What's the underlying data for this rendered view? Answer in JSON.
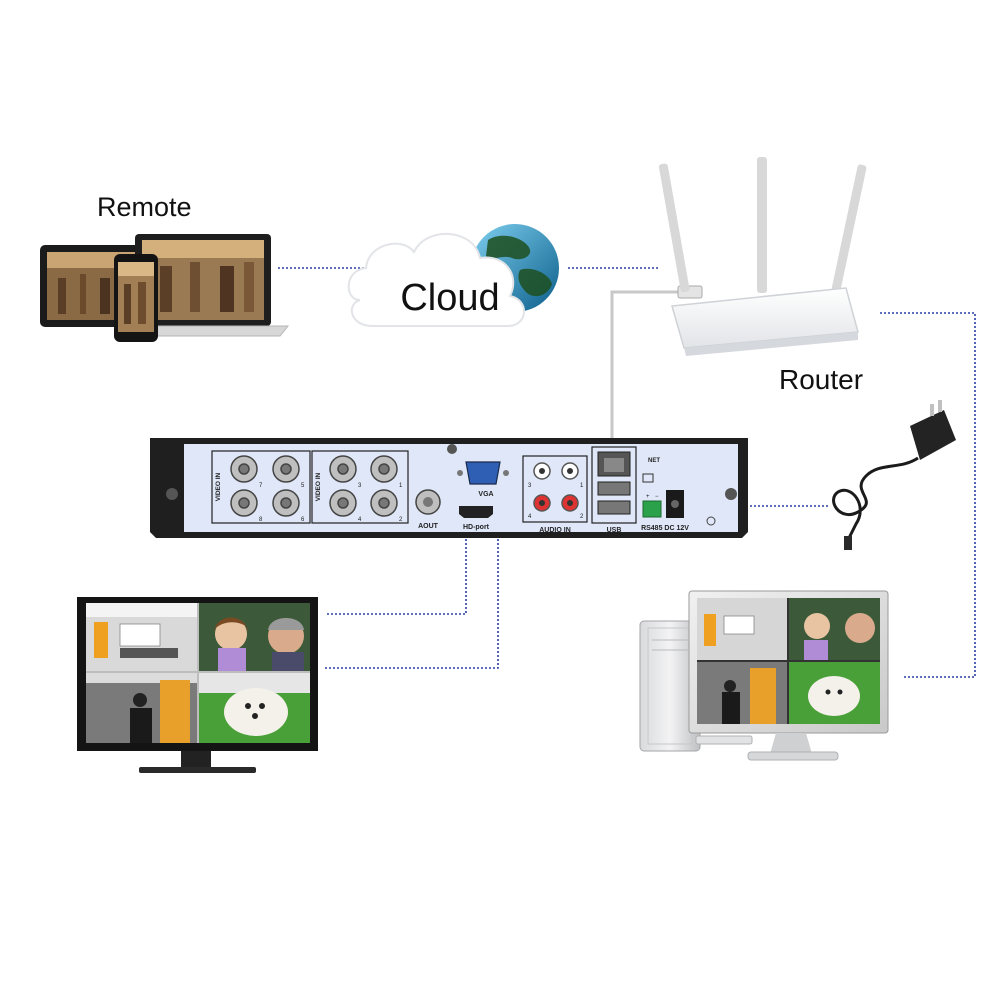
{
  "labels": {
    "remote": "Remote",
    "cloud": "Cloud",
    "router": "Router"
  },
  "dvr_panel": {
    "video_in_left": "VIDEO IN",
    "video_in_right": "VIDEO IN",
    "ch_7": "7",
    "ch_5": "5",
    "ch_8": "8",
    "ch_6": "6",
    "ch_3": "3",
    "ch_1": "1",
    "ch_4": "4",
    "ch_2": "2",
    "aout": "AOUT",
    "vga": "VGA",
    "hd_port": "HD-port",
    "audio_in": "AUDIO IN",
    "audio_3": "3",
    "audio_1": "1",
    "audio_4": "4",
    "audio_2": "2",
    "usb": "USB",
    "net": "NET",
    "power": "RS485 DC 12V",
    "rs485_plus": "+",
    "rs485_minus": "−"
  },
  "colors": {
    "connector_line": "#2b3fa8",
    "cable": "#c8c8c8",
    "panel": "#dfe7f8",
    "chassis": "#1f1f1f"
  }
}
